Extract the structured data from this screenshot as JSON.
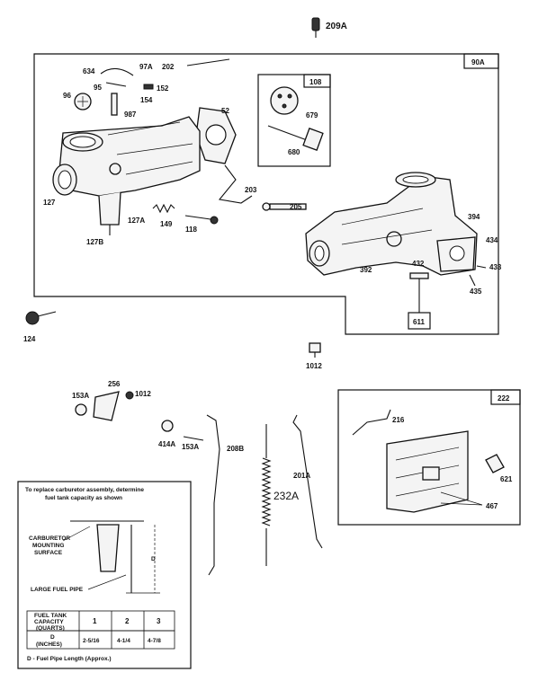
{
  "labels": {
    "p209A": "209A",
    "p90A": "90A",
    "p634": "634",
    "p97A": "97A",
    "p202": "202",
    "p95": "95",
    "p152": "152",
    "p96": "96",
    "p154": "154",
    "p987": "987",
    "p52": "52",
    "p108": "108",
    "p679": "679",
    "p680": "680",
    "p127": "127",
    "p127A": "127A",
    "p127B": "127B",
    "p149": "149",
    "p118": "118",
    "p203": "203",
    "p205": "205",
    "p394": "394",
    "p434": "434",
    "p433": "433",
    "p435": "435",
    "p432": "432",
    "p392": "392",
    "p611": "611",
    "p124": "124",
    "p1012a": "1012",
    "p256": "256",
    "p153A_top": "153A",
    "p1012b": "1012",
    "p414A": "414A",
    "p153A_bot": "153A",
    "p208B": "208B",
    "p232A": "232A",
    "p201A": "201A",
    "p222": "222",
    "p216": "216",
    "p621": "621",
    "p467": "467"
  },
  "inset": {
    "title_line1": "To replace carburetor assembly, determine",
    "title_line2": "fuel tank capacity as shown",
    "carb_label_1": "CARBURETOR",
    "carb_label_2": "MOUNTING",
    "carb_label_3": "SURFACE",
    "fuel_pipe_label": "LARGE FUEL PIPE",
    "dim_label": "D",
    "table": {
      "row1_header_1": "FUEL TANK",
      "row1_header_2": "CAPACITY",
      "row1_header_3": "(QUARTS)",
      "row2_header_1": "D",
      "row2_header_2": "(INCHES)",
      "cols": [
        "1",
        "2",
        "3"
      ],
      "values": [
        "2-5/16",
        "4-1/4",
        "4-7/8"
      ]
    },
    "footnote": "D - Fuel Pipe Length (Approx.)"
  }
}
